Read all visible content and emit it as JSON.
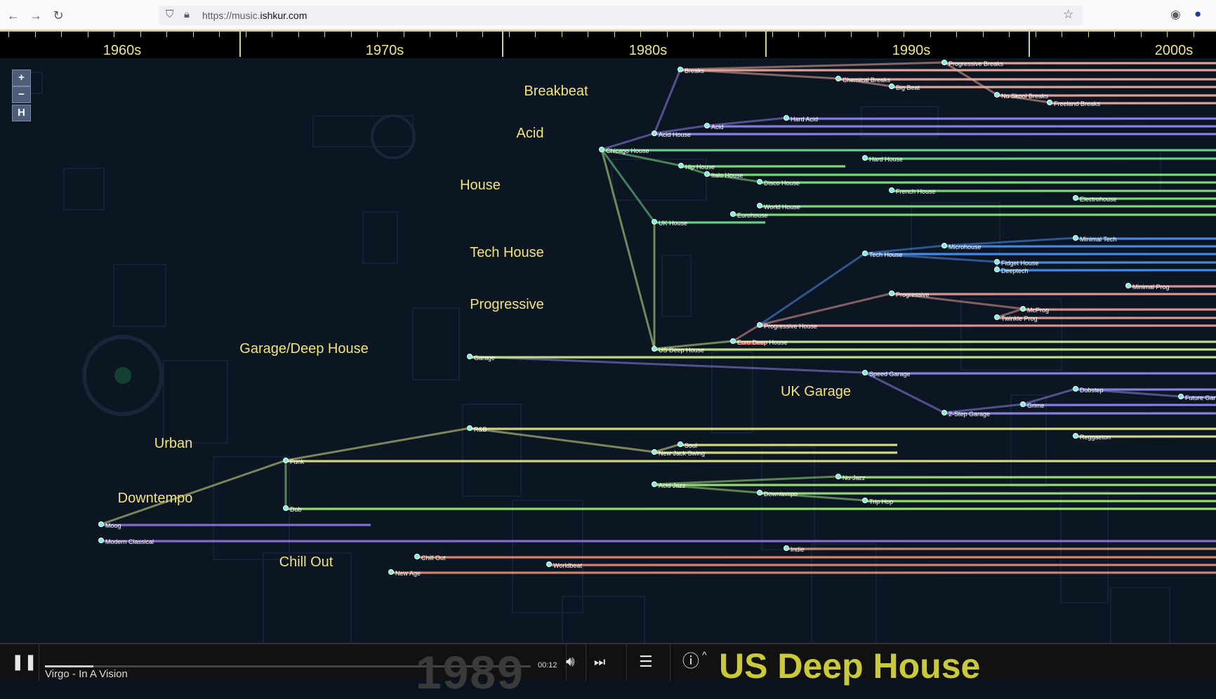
{
  "browser": {
    "url_scheme": "https://music.",
    "url_host": "ishkur.com",
    "icons": [
      "back-arrow-icon",
      "forward-arrow-icon",
      "reload-icon",
      "shield-icon",
      "lock-icon",
      "star-icon",
      "account-icon",
      "extension-icon"
    ]
  },
  "timeline": {
    "decades": [
      "1960s",
      "1970s",
      "1980s",
      "1990s",
      "2000s"
    ],
    "zoom_in": "+",
    "zoom_out": "−",
    "home": "H"
  },
  "genre_groups": [
    "Breakbeat",
    "Acid",
    "House",
    "Tech House",
    "Progressive",
    "Garage/Deep House",
    "UK Garage",
    "Urban",
    "Downtempo",
    "Chill Out"
  ],
  "nodes": [
    "Breaks",
    "Progressive Breaks",
    "Chemical Breaks",
    "Big Beat",
    "Nu Skool Breaks",
    "Freeland Breaks",
    "Hard Acid",
    "Acid",
    "Acid House",
    "Chicago House",
    "Hard House",
    "Hip House",
    "Italo House",
    "Disco House",
    "French House",
    "Electrohouse",
    "World House",
    "Eurohouse",
    "UK House",
    "Minimal Tech",
    "Microhouse",
    "Tech House",
    "Fidget House",
    "Deeptech",
    "Minimal Prog",
    "Progressive",
    "McProg",
    "Twinkle Prog",
    "Progressive House",
    "Euro Deep House",
    "US Deep House",
    "Garage",
    "Speed Garage",
    "Dubstep",
    "Future Garage",
    "Grime",
    "2-Step Garage",
    "R&B",
    "Reggaeton",
    "Soul",
    "New Jack Swing",
    "Funk",
    "Nu Jazz",
    "Acid Jazz",
    "Downtempo",
    "Trip Hop",
    "Dub",
    "Moog",
    "Modern Classical",
    "Indie",
    "Chill Out",
    "Worldbeat",
    "New Age"
  ],
  "player": {
    "track": "Virgo - In A Vision",
    "year": "1989",
    "time": "00:12",
    "progress": 0.1,
    "current_genre": "US Deep House",
    "info_caret": "^"
  },
  "colors": {
    "ruler_text": "#f0e58a",
    "genre_title": "#f2e47a",
    "node_dot": "#7df0d8",
    "current_genre": "#c9c93a"
  }
}
